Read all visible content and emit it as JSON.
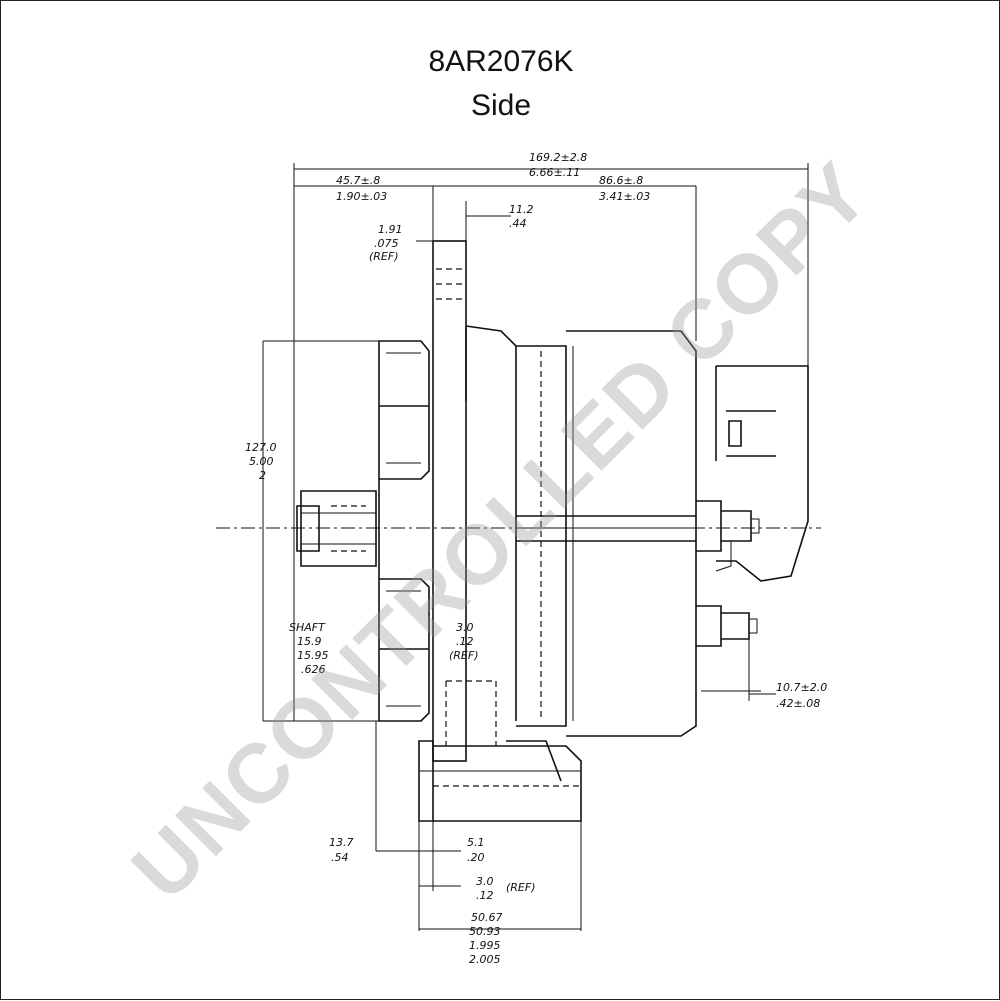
{
  "header": {
    "part_number": "8AR2076K",
    "view": "Side"
  },
  "watermark": "UNCONTROLLED COPY",
  "dimensions": {
    "overall_top": "169.2±2.8",
    "overall_bottom": "6.66±.11",
    "left_top": "45.7±.8",
    "left_bottom": "1.90±.03",
    "right_top": "86.6±.8",
    "right_bottom": "3.41±.03",
    "ref1_top": "1.91",
    "ref1_bottom": ".075",
    "ref1_note": "(REF)",
    "lug_top": "11.2",
    "lug_bottom": ".44",
    "height_top": "127.0",
    "height_bottom": "5.00",
    "height_note": "2",
    "shaft_label": "SHAFT",
    "shaft_a": "15.9",
    "shaft_b": "15.95",
    "shaft_c": ".626",
    "ref2_top": "3.0",
    "ref2_bottom": ".12",
    "ref2_note": "(REF)",
    "term_top": "10.7±2.0",
    "term_bottom": ".42±.08",
    "bot1_top": "13.7",
    "bot1_bottom": ".54",
    "bot2_top": "5.1",
    "bot2_bottom": ".20",
    "bot3_top": "3.0",
    "bot3_bottom": ".12",
    "bot3_note": "(REF)",
    "bot4_a": "50.67",
    "bot4_b": "50.93",
    "bot4_c": "1.995",
    "bot4_d": "2.005"
  },
  "colors": {
    "line": "#111111",
    "watermark": "#969696"
  }
}
